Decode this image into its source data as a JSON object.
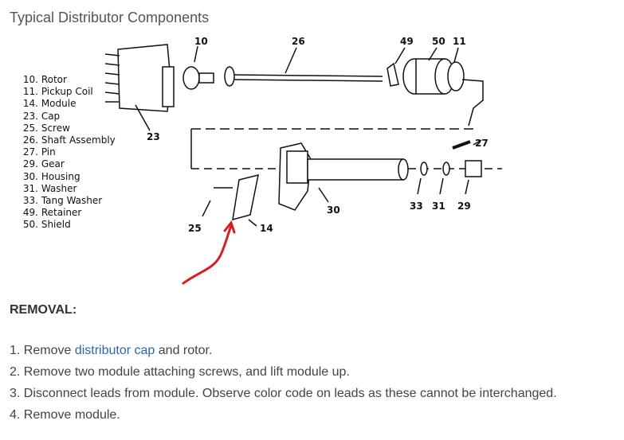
{
  "title": "Typical Distributor Components",
  "legend": [
    {
      "num": "10.",
      "name": "Rotor"
    },
    {
      "num": "11.",
      "name": "Pickup Coil"
    },
    {
      "num": "14.",
      "name": "Module"
    },
    {
      "num": "23.",
      "name": "Cap"
    },
    {
      "num": "25.",
      "name": "Screw"
    },
    {
      "num": "26.",
      "name": "Shaft Assembly"
    },
    {
      "num": "27.",
      "name": "Pin"
    },
    {
      "num": "29.",
      "name": "Gear"
    },
    {
      "num": "30.",
      "name": "Housing"
    },
    {
      "num": "31.",
      "name": "Washer"
    },
    {
      "num": "33.",
      "name": "Tang Washer"
    },
    {
      "num": "49.",
      "name": "Retainer"
    },
    {
      "num": "50.",
      "name": "Shield"
    }
  ],
  "callouts": {
    "c10": "10",
    "c26": "26",
    "c49": "49",
    "c50": "50",
    "c11": "11",
    "c23": "23",
    "c27": "27",
    "c30": "30",
    "c33": "33",
    "c31": "31",
    "c29": "29",
    "c25": "25",
    "c14": "14"
  },
  "removal_heading": "REMOVAL:",
  "steps": [
    {
      "num": "1.",
      "before": "Remove ",
      "link": "distributor cap",
      "after": " and rotor."
    },
    {
      "num": "2.",
      "text": "Remove two module attaching screws, and lift module up."
    },
    {
      "num": "3.",
      "text": "Disconnect leads from module. Observe color code on leads as these cannot be interchanged."
    },
    {
      "num": "4.",
      "text": "Remove module."
    }
  ],
  "colors": {
    "link": "#2a66b0",
    "annotation_arrow": "#d42020"
  }
}
